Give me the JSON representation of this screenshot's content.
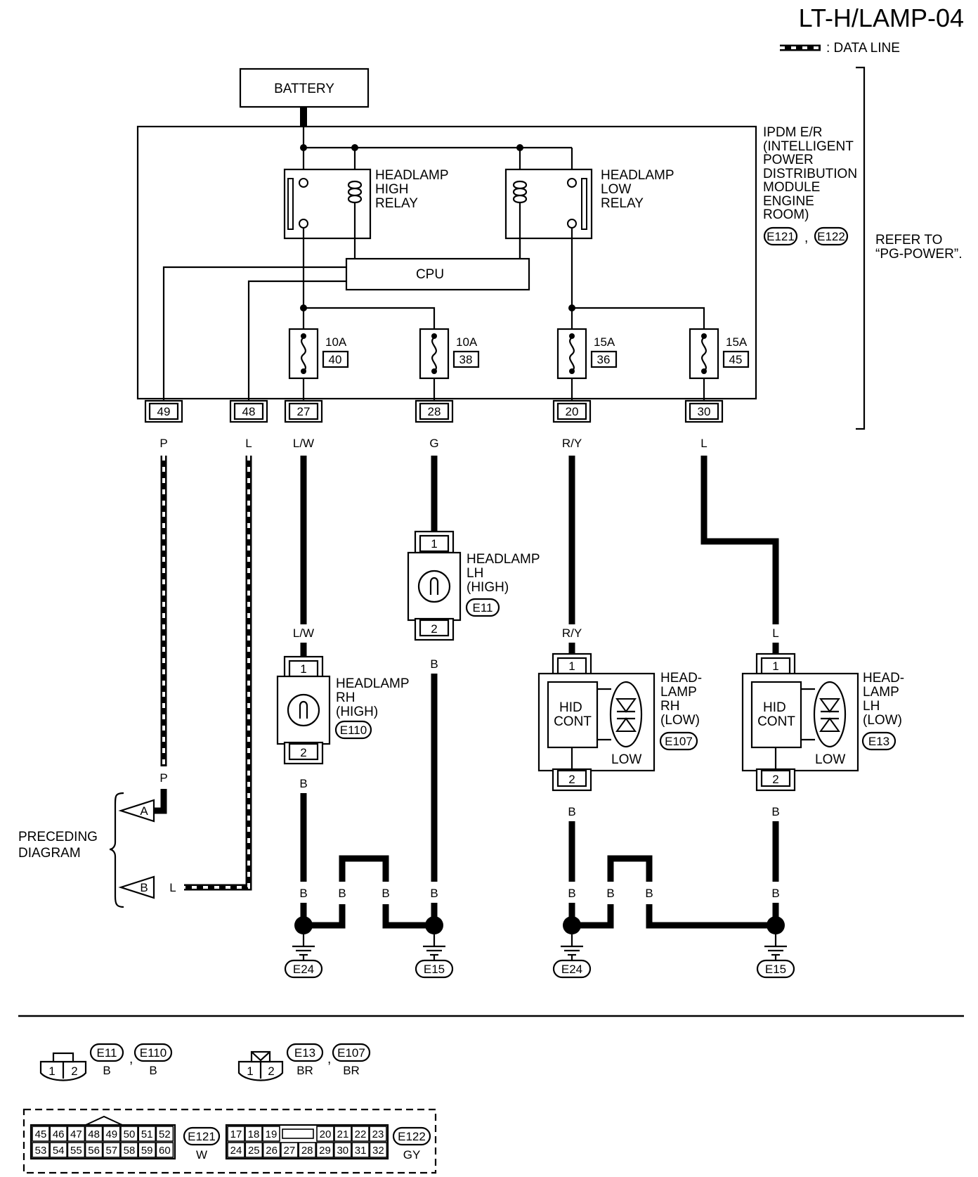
{
  "header": {
    "code": "LT-H/LAMP-04",
    "data_line_legend": ": DATA LINE"
  },
  "battery": {
    "label": "BATTERY"
  },
  "ipdm": {
    "lines": [
      "IPDM E/R",
      "(INTELLIGENT",
      "POWER",
      "DISTRIBUTION",
      "MODULE",
      "ENGINE",
      "ROOM)"
    ],
    "connectors": [
      "E121",
      "E122"
    ],
    "separator": ","
  },
  "refer": {
    "lines": [
      "REFER TO",
      "“PG-POWER”."
    ]
  },
  "relays": {
    "high": {
      "lines": [
        "HEADLAMP",
        "HIGH",
        "RELAY"
      ]
    },
    "low": {
      "lines": [
        "HEADLAMP",
        "LOW",
        "RELAY"
      ]
    }
  },
  "cpu": {
    "label": "CPU"
  },
  "fuses": [
    {
      "amp": "10A",
      "num": "40"
    },
    {
      "amp": "10A",
      "num": "38"
    },
    {
      "amp": "15A",
      "num": "36"
    },
    {
      "amp": "15A",
      "num": "45"
    }
  ],
  "terminals": [
    "49",
    "48",
    "27",
    "28",
    "20",
    "30"
  ],
  "wire_colors": {
    "t49": "P",
    "t48": "L",
    "t27": "L/W",
    "t28": "G",
    "t20": "R/Y",
    "t30": "L",
    "rh_high_in": "L/W",
    "rh_low_in": "R/Y",
    "lh_low_in": "L",
    "b": "B",
    "p_lower": "P",
    "l_lower": "L"
  },
  "lamps": {
    "lh_high": {
      "lines": [
        "HEADLAMP",
        "LH",
        "(HIGH)"
      ],
      "connector": "E11",
      "pin1": "1",
      "pin2": "2"
    },
    "rh_high": {
      "lines": [
        "HEADLAMP",
        "RH",
        "(HIGH)"
      ],
      "connector": "E110",
      "pin1": "1",
      "pin2": "2"
    },
    "rh_low": {
      "lines": [
        "HEAD-",
        "LAMP",
        "RH",
        "(LOW)"
      ],
      "connector": "E107",
      "pin1": "1",
      "pin2": "2",
      "hid": [
        "HID",
        "CONT"
      ],
      "low": "LOW"
    },
    "lh_low": {
      "lines": [
        "HEAD-",
        "LAMP",
        "LH",
        "(LOW)"
      ],
      "connector": "E13",
      "pin1": "1",
      "pin2": "2",
      "hid": [
        "HID",
        "CONT"
      ],
      "low": "LOW"
    }
  },
  "grounds": [
    "E24",
    "E15",
    "E24",
    "E15"
  ],
  "preceding": {
    "lines": [
      "PRECEDING",
      "DIAGRAM"
    ],
    "a": "A",
    "b": "B"
  },
  "legend": {
    "group1": {
      "connectors": [
        "E11",
        "E110"
      ],
      "colors": [
        "B",
        "B"
      ],
      "pins": [
        "1",
        "2"
      ]
    },
    "group2": {
      "connectors": [
        "E13",
        "E107"
      ],
      "colors": [
        "BR",
        "BR"
      ],
      "pins": [
        "1",
        "2"
      ]
    },
    "e121": {
      "connector": "E121",
      "color": "W",
      "row1": [
        "45",
        "46",
        "47",
        "48",
        "49",
        "50",
        "51",
        "52"
      ],
      "row2": [
        "53",
        "54",
        "55",
        "56",
        "57",
        "58",
        "59",
        "60"
      ]
    },
    "e122": {
      "connector": "E122",
      "color": "GY",
      "row1": [
        "17",
        "18",
        "19",
        "",
        "20",
        "21",
        "22",
        "23"
      ],
      "row2": [
        "24",
        "25",
        "26",
        "27",
        "28",
        "29",
        "30",
        "31",
        "32"
      ]
    }
  }
}
